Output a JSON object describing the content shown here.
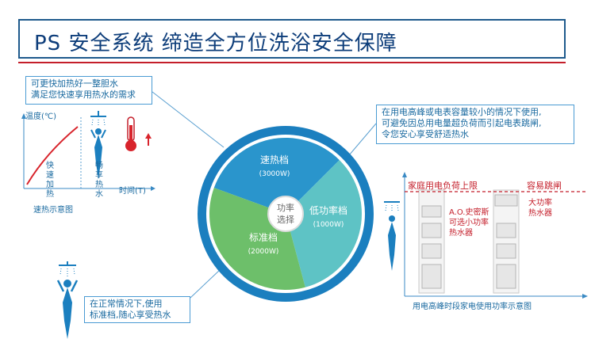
{
  "title": "PS 安全系统  缔造全方位洗浴安全保障",
  "callout_top_left": {
    "line1": "可更快加热好一整胆水",
    "line2": "满足您快速享用热水的需求"
  },
  "callout_top_right": {
    "line1": "在用电高峰或电表容量较小的情况下使用,",
    "line2": "可避免因总用电量超负荷而引起电表跳闸,",
    "line3": "令您安心享受舒适热水"
  },
  "callout_bottom_left": {
    "line1": "在正常情况下,使用",
    "line2": "标准档,随心享受热水"
  },
  "quick_heat_chart": {
    "ylabel": "温度(℃)",
    "xlabel": "时间(T)",
    "fast_label": "快速加热",
    "enjoy_label": "畅享热水",
    "caption": "速热示意图"
  },
  "wheel": {
    "center_line1": "功率",
    "center_line2": "选择",
    "segments": [
      {
        "label": "速热档",
        "power": "(3000W)",
        "color": "#2a95cc"
      },
      {
        "label": "低功率档",
        "power": "(1000W)",
        "color": "#5ec3c5"
      },
      {
        "label": "标准档",
        "power": "(2000W)",
        "color": "#6dbf6a"
      }
    ],
    "ring_color": "#1b7fbf"
  },
  "peak_chart": {
    "limit_label": "家庭用电负荷上限",
    "trip_label": "容易跳闸",
    "ao_label": "A.O.史密斯",
    "ao_sub1": "可选小功率",
    "ao_sub2": "热水器",
    "high_label1": "大功率",
    "high_label2": "热水器",
    "caption": "用电高峰时段家电使用功率示意图",
    "accent": "#c41e2a"
  }
}
